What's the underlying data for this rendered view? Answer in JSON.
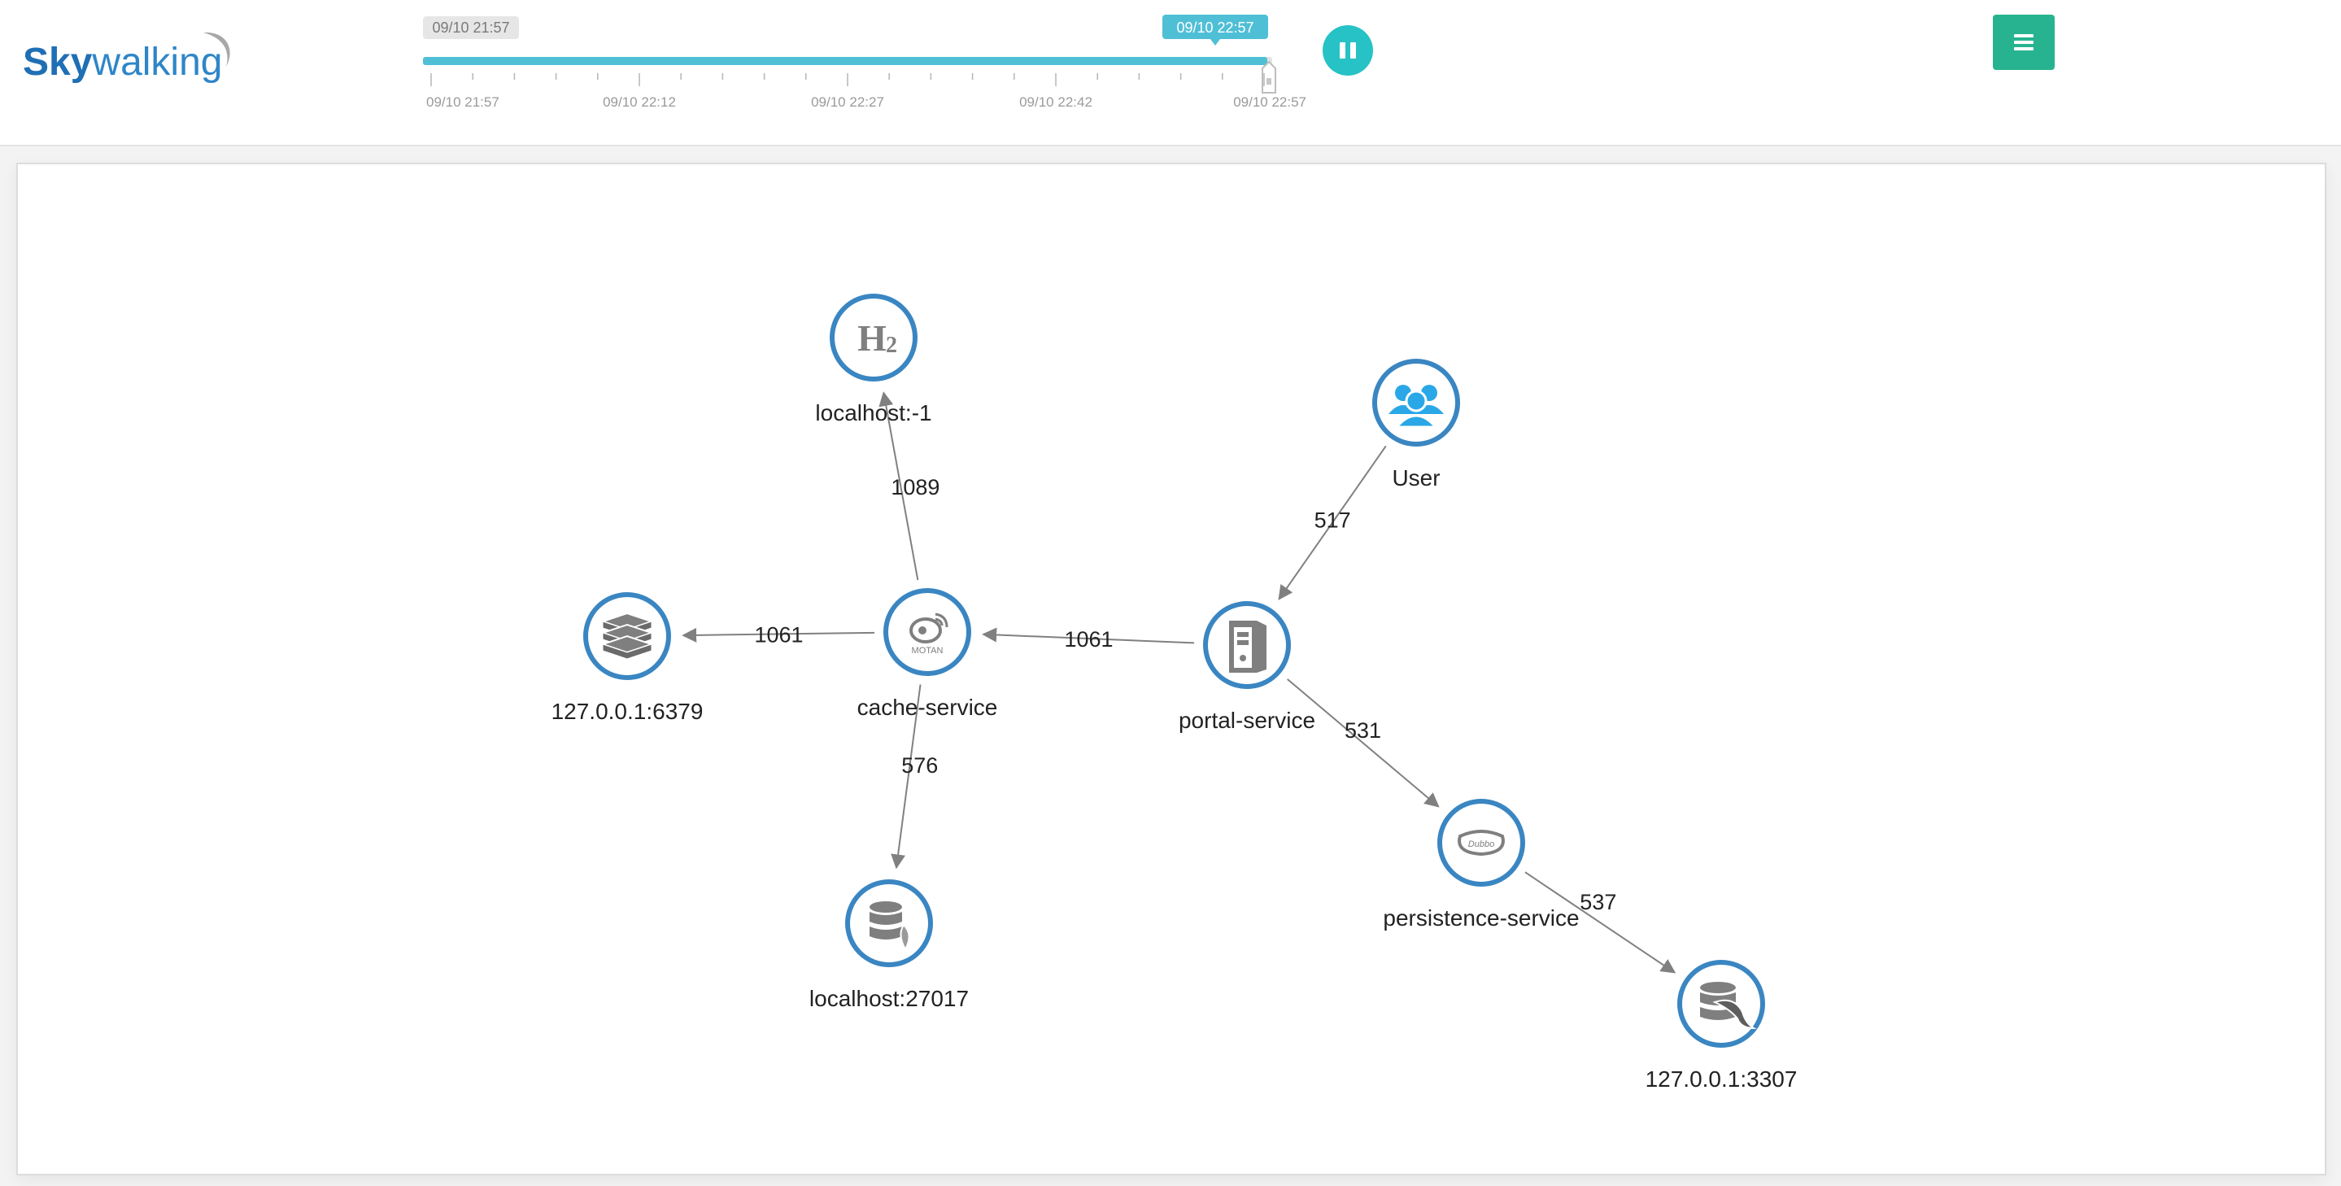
{
  "header": {
    "logo": {
      "text_prefix": "Sky",
      "text_suffix": "walking"
    },
    "timeline": {
      "range_start_label": "09/10 21:57",
      "current_label": "09/10 22:57",
      "fill_fraction": 1.0,
      "ticks": [
        "09/10 21:57",
        "09/10 22:12",
        "09/10 22:27",
        "09/10 22:42",
        "09/10 22:57"
      ]
    },
    "pause_button": {
      "icon": "pause-icon"
    },
    "menu_button": {
      "icon": "hamburger-menu-icon"
    }
  },
  "colors": {
    "brand": "#1f6fb5",
    "accent_teal": "#4fbfd6",
    "pause": "#27c2c5",
    "menu": "#27b38f",
    "node_ring": "#3a86c2",
    "edge": "#808080"
  },
  "topology": {
    "nodes": [
      {
        "id": "h2",
        "label": "localhost:-1",
        "icon": "h2-database-icon"
      },
      {
        "id": "user",
        "label": "User",
        "icon": "users-icon"
      },
      {
        "id": "redis",
        "label": "127.0.0.1:6379",
        "icon": "redis-icon"
      },
      {
        "id": "cache",
        "label": "cache-service",
        "icon": "motan-icon"
      },
      {
        "id": "portal",
        "label": "portal-service",
        "icon": "server-icon"
      },
      {
        "id": "persistence",
        "label": "persistence-service",
        "icon": "dubbo-icon"
      },
      {
        "id": "mongo",
        "label": "localhost:27017",
        "icon": "mongodb-icon"
      },
      {
        "id": "mysql",
        "label": "127.0.0.1:3307",
        "icon": "mysql-icon"
      }
    ],
    "edges": [
      {
        "from": "cache",
        "to": "h2",
        "label": "1089"
      },
      {
        "from": "user",
        "to": "portal",
        "label": "517"
      },
      {
        "from": "cache",
        "to": "redis",
        "label": "1061"
      },
      {
        "from": "portal",
        "to": "cache",
        "label": "1061"
      },
      {
        "from": "portal",
        "to": "persistence",
        "label": "531"
      },
      {
        "from": "cache",
        "to": "mongo",
        "label": "576"
      },
      {
        "from": "persistence",
        "to": "mysql",
        "label": "537"
      }
    ]
  }
}
